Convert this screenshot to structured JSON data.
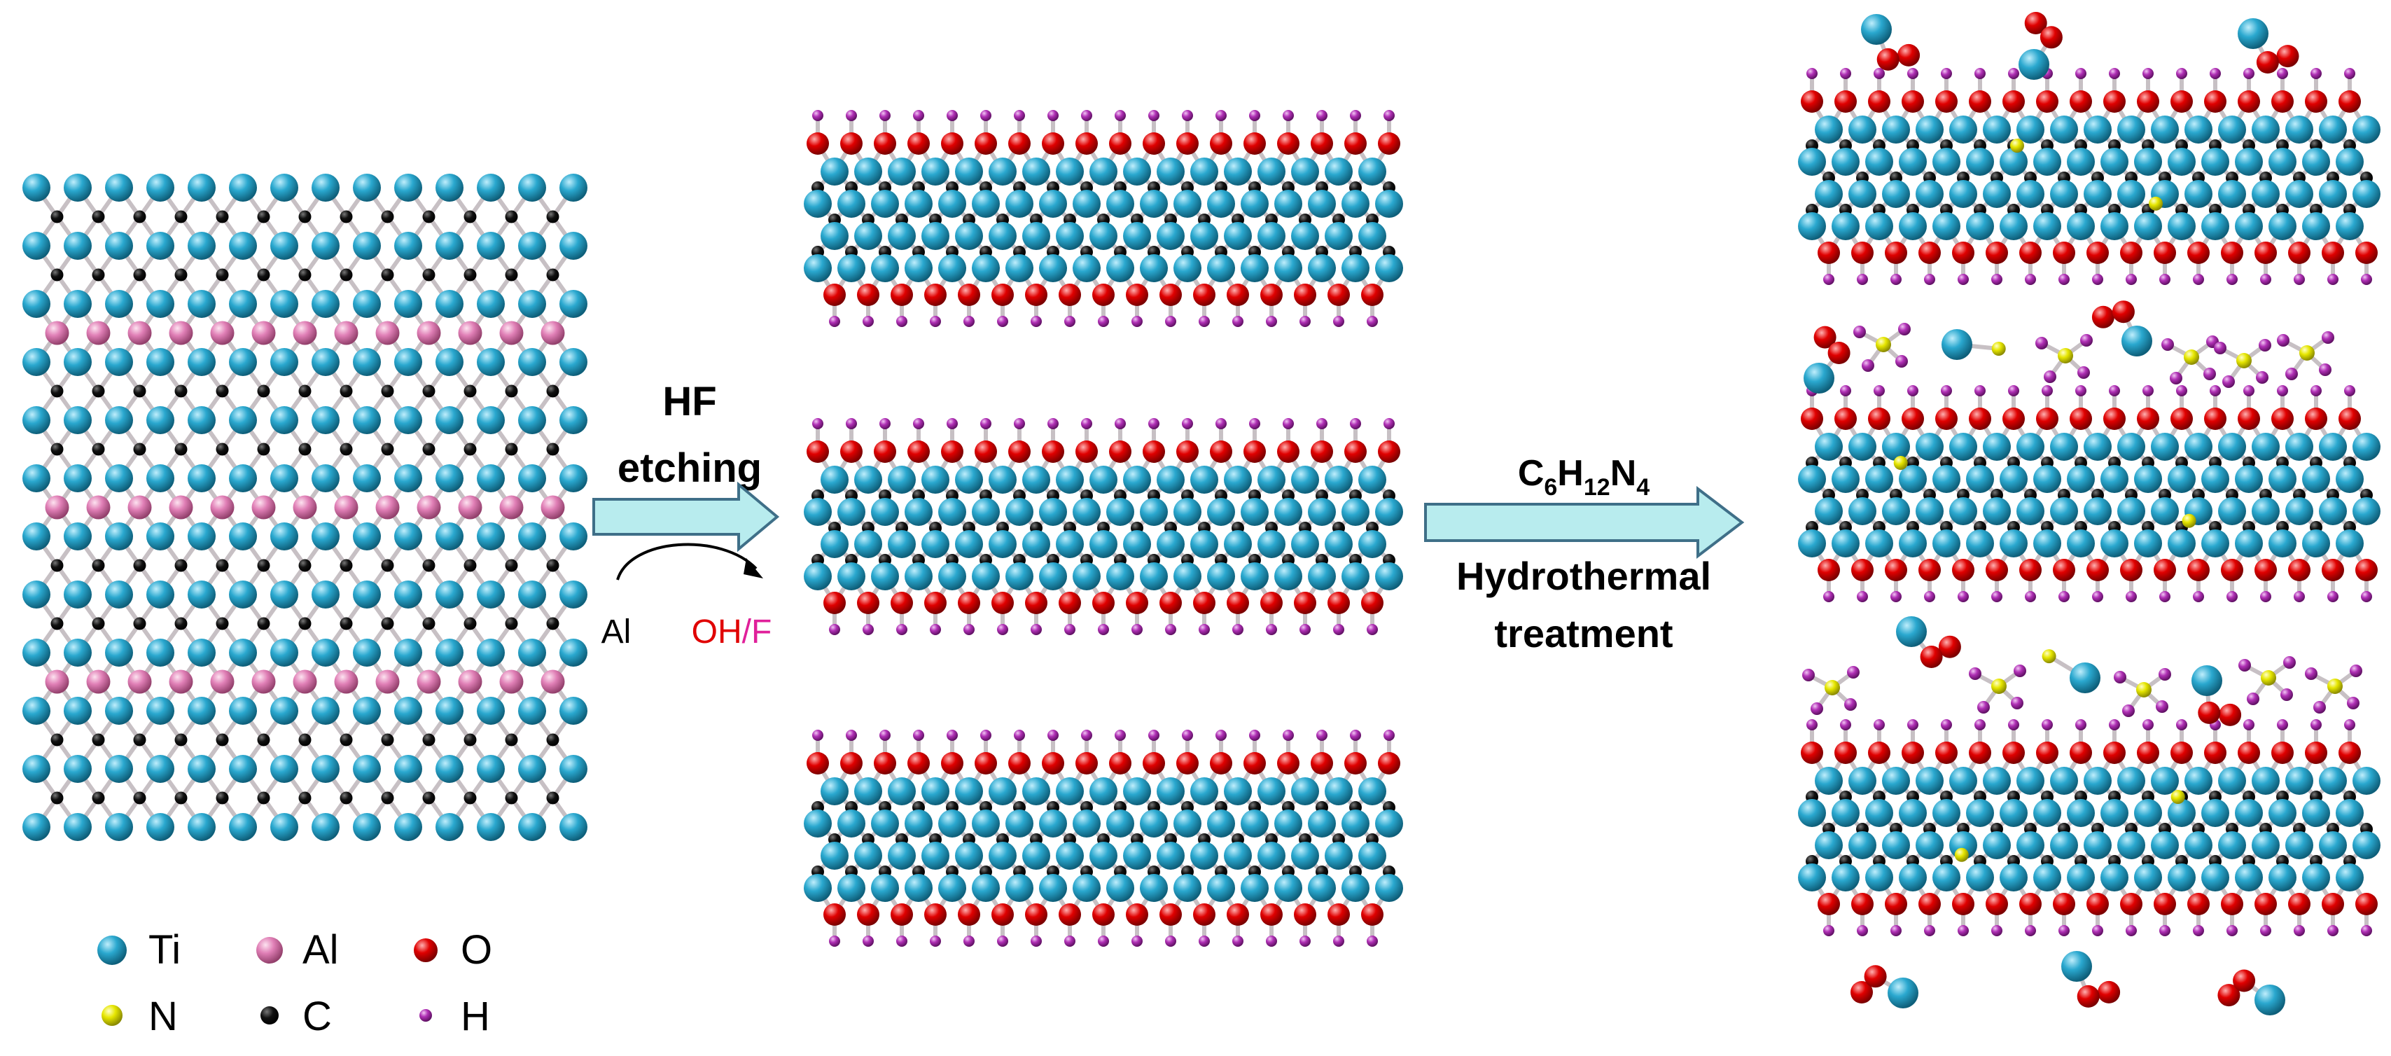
{
  "colors": {
    "Ti": "#2aa8cf",
    "Al": "#e07fb6",
    "O": "#e00000",
    "C": "#000000",
    "N": "#e6e600",
    "H": "#b030b5",
    "bond": "#c7c0c4",
    "arrow_fill": "#b8ecee",
    "arrow_stroke": "#3f6f88",
    "al_text": "#e0209a",
    "oh_text": "#e00000"
  },
  "step1": {
    "title_line1": "HF",
    "title_line2": "etching",
    "removed_label": "Al",
    "added_label_oh": "OH",
    "added_label_slash": "/",
    "added_label_f": "F"
  },
  "step2": {
    "reagent_main": "C",
    "reagent_sub1": "6",
    "reagent_h": "H",
    "reagent_sub2": "12",
    "reagent_n": "N",
    "reagent_sub3": "4",
    "process_line1": "Hydrothermal",
    "process_line2": "treatment"
  },
  "legend": [
    {
      "element": "Ti",
      "label": "Ti",
      "icon": "ti-atom-icon"
    },
    {
      "element": "Al",
      "label": "Al",
      "icon": "al-atom-icon"
    },
    {
      "element": "O",
      "label": "O",
      "icon": "o-atom-icon"
    },
    {
      "element": "N",
      "label": "N",
      "icon": "n-atom-icon"
    },
    {
      "element": "C",
      "label": "C",
      "icon": "c-atom-icon"
    },
    {
      "element": "H",
      "label": "H",
      "icon": "h-atom-icon"
    }
  ]
}
